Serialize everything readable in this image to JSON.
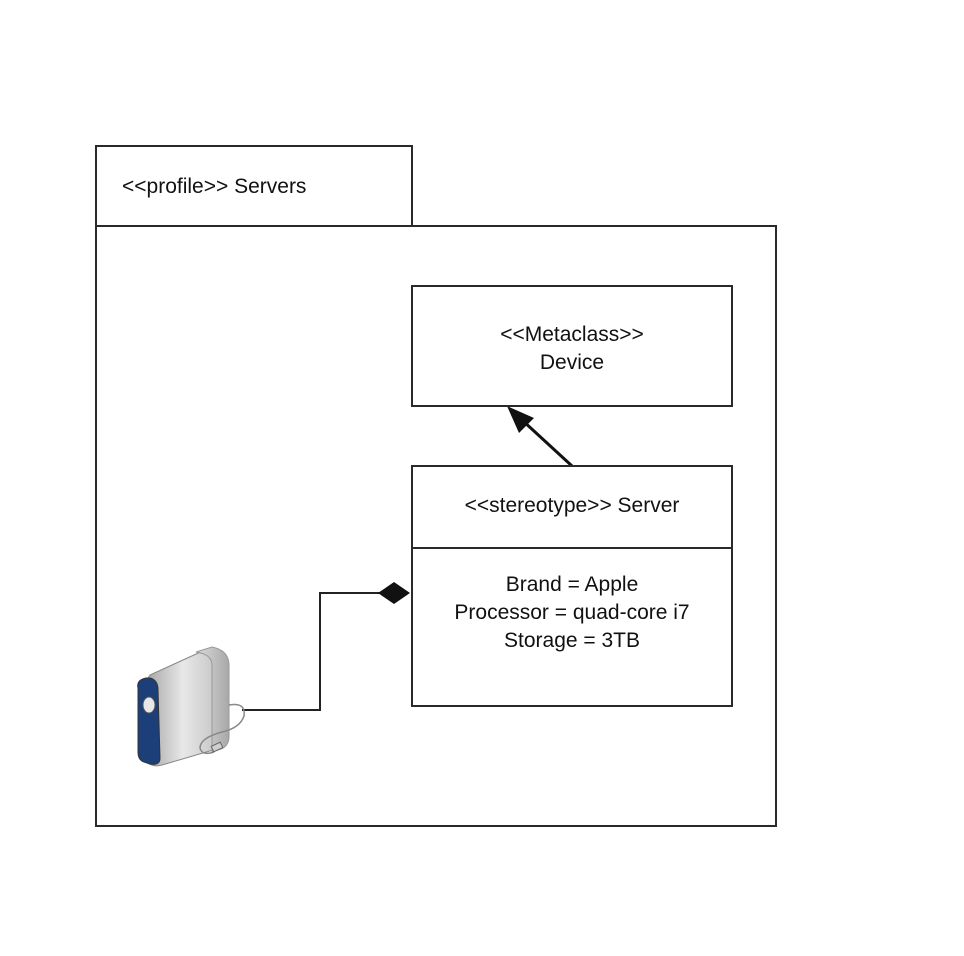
{
  "diagram": {
    "type": "UML profile diagram",
    "package": {
      "label": "<<profile>> Servers"
    },
    "metaclass": {
      "stereotype": "<<Metaclass>>",
      "name": "Device"
    },
    "stereotype_class": {
      "header": "<<stereotype>> Server",
      "attributes": [
        "Brand = Apple",
        "Processor = quad-core i7",
        "Storage = 3TB"
      ]
    },
    "relationships": [
      {
        "type": "extension",
        "from": "Server",
        "to": "Device",
        "arrow": "filled-triangle"
      },
      {
        "type": "composition",
        "from": "server-image",
        "to": "Server",
        "end": "filled-diamond"
      }
    ],
    "icons": {
      "server_image": "server-tower-icon",
      "server_accent_color": "#1c3f7a"
    }
  }
}
